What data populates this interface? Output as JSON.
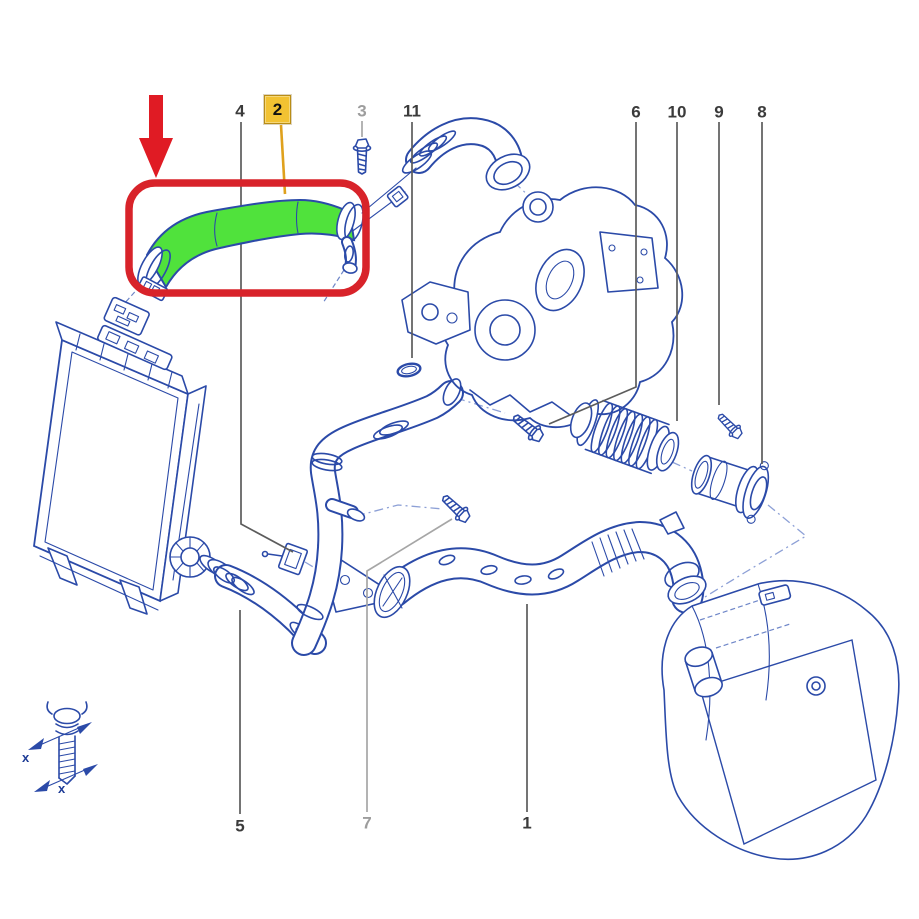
{
  "colors": {
    "line_blue": "#2b4aa8",
    "line_blue_dark": "#1e3c96",
    "highlight_green": "#50e23c",
    "highlight_red": "#d8232a",
    "arrow_red": "#e01b24",
    "badge_bg": "#f2c232",
    "badge_border": "#b98d16",
    "badge_leader": "#dfa11d",
    "leader_dark": "#5c5c5c",
    "leader_light": "#a6a6a6",
    "label_dark": "#3b3b3b",
    "label_light": "#9d9d9d"
  },
  "callouts": {
    "c1": {
      "label": "1"
    },
    "c2": {
      "label": "2"
    },
    "c3": {
      "label": "3"
    },
    "c4": {
      "label": "4"
    },
    "c5": {
      "label": "5"
    },
    "c6": {
      "label": "6"
    },
    "c7": {
      "label": "7"
    },
    "c8": {
      "label": "8"
    },
    "c9": {
      "label": "9"
    },
    "c10": {
      "label": "10"
    },
    "c11": {
      "label": "11"
    }
  },
  "legend": {
    "mark1": "x",
    "mark2": "x"
  },
  "annotations": {
    "arrow_icon": "red-down-arrow",
    "highlight_box": "red-rounded-rectangle",
    "highlighted_part_callout": "2"
  }
}
